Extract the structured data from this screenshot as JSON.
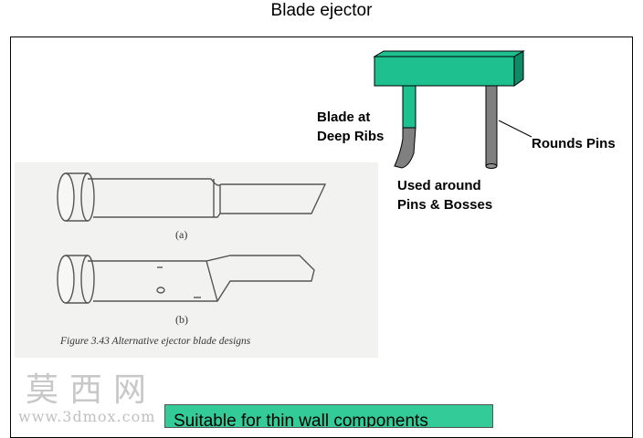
{
  "title": "Blade ejector",
  "figure": {
    "caption": "Figure 3.43   Alternative ejector blade designs",
    "label_a": "(a)",
    "label_b": "(b)"
  },
  "labels": {
    "blade_at_deep_ribs": "Blade at\nDeep Ribs",
    "used_around": "Used around\nPins & Bosses",
    "round_pins": "Rounds Pins"
  },
  "banner": "Suitable for thin wall components",
  "watermark": {
    "chinese": "莫西网",
    "url": "www.3dmox.com"
  },
  "colors": {
    "ejector_plate": "#1fc08f",
    "ejector_plate_dark": "#0f8a66",
    "pin_gray": "#808080",
    "banner_bg": "#33cc99"
  }
}
